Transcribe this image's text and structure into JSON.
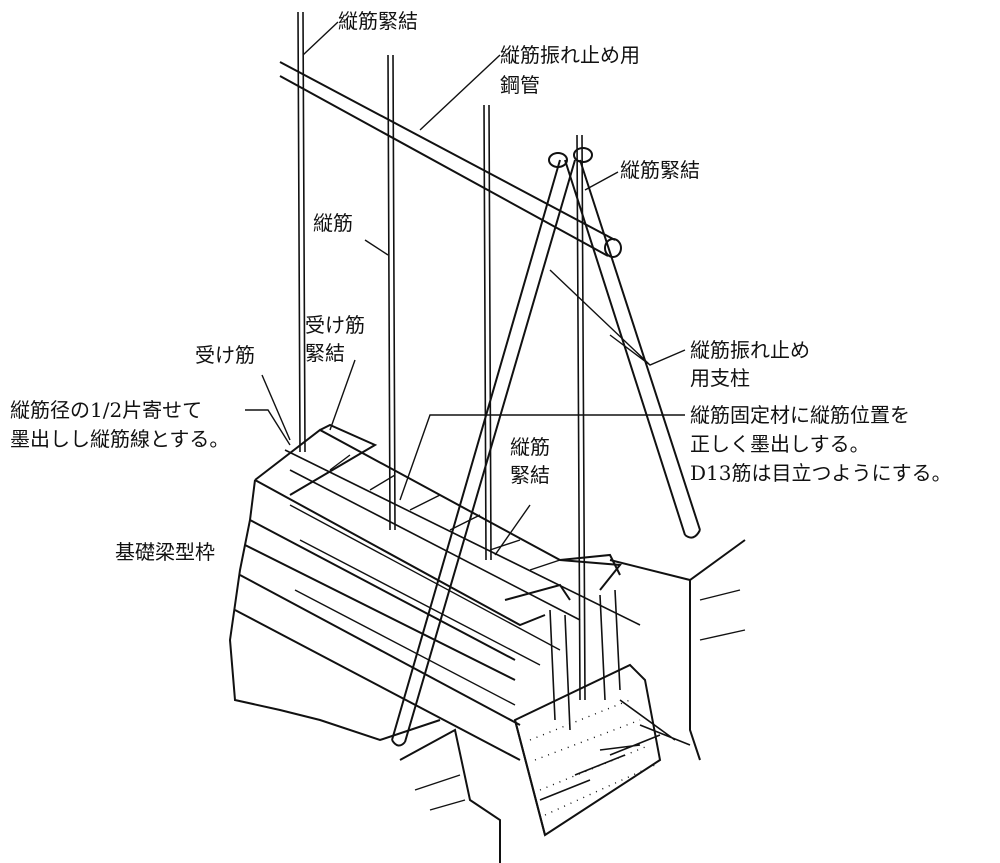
{
  "labels": {
    "tie_top": "縦筋緊結",
    "pipe": [
      "縦筋振れ止め用",
      "鋼管"
    ],
    "tie_right": "縦筋緊結",
    "vertical_bar": "縦筋",
    "support_bar_tie": [
      "受け筋",
      "緊結"
    ],
    "support_bar": "受け筋",
    "brace_post": [
      "縦筋振れ止め",
      "用支柱"
    ],
    "left_note": [
      "縦筋径の1/2片寄せて",
      "墨出しし縦筋線とする。"
    ],
    "right_note": [
      "縦筋固定材に縦筋位置を",
      "正しく墨出しする。",
      "D13筋は目立つようにする。"
    ],
    "tie_middle": [
      "縦筋",
      "緊結"
    ],
    "formwork": "基礎梁型枠"
  }
}
